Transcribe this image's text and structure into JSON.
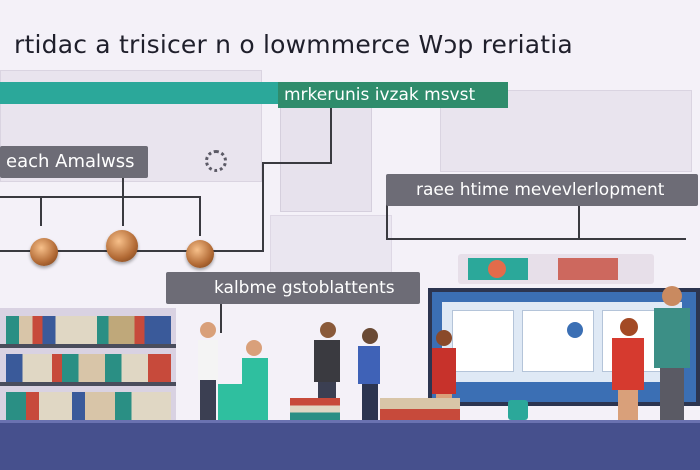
{
  "title": "rtidac a trisicer n o lowmmerce Wɔp reriatia",
  "labels": {
    "top_green": "mrkerunis ivzak msvst",
    "left": "each Amalwss",
    "right": "raee htime mevevlerlopment",
    "center": "kalbme gstoblattents"
  },
  "colors": {
    "background": "#f4f1f8",
    "label_gray": "#6d6c76",
    "teal": "#2ba89a",
    "green": "#2f8c6c",
    "floor": "#46508d"
  },
  "icons": [
    "light-bulb-node-icon",
    "gear-icon",
    "bookshelf-icon",
    "monitor-icon"
  ]
}
